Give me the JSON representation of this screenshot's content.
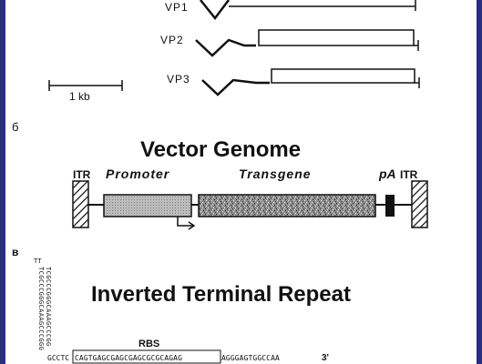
{
  "panel_a": {
    "vp1_label": "VP1",
    "vp2_label": "VP2",
    "vp3_label": "VP3",
    "scale_label": "1 kb"
  },
  "panel_b": {
    "letter": "б",
    "title": "Vector Genome",
    "itr_left": "ITR",
    "promoter": "Promoter",
    "transgene": "Transgene",
    "pa": "pA",
    "itr_right": "ITR"
  },
  "panel_c": {
    "letter": "в",
    "title": "Inverted Terminal Repeat",
    "rbs": "RBS",
    "sequence_box": "CAGTGAGCGAGCGAGCGCGCAGAG",
    "sequence_tail": "AGGGAGTGGCCAA",
    "sequence_prefix": "GCCTC",
    "three_prime": "3'",
    "hairpin_left": "TCGCCCGGGCAAAGCCCGGG",
    "hairpin_right": "TCGCCCGGGCAAAGCCCGG",
    "loop": "TT"
  }
}
